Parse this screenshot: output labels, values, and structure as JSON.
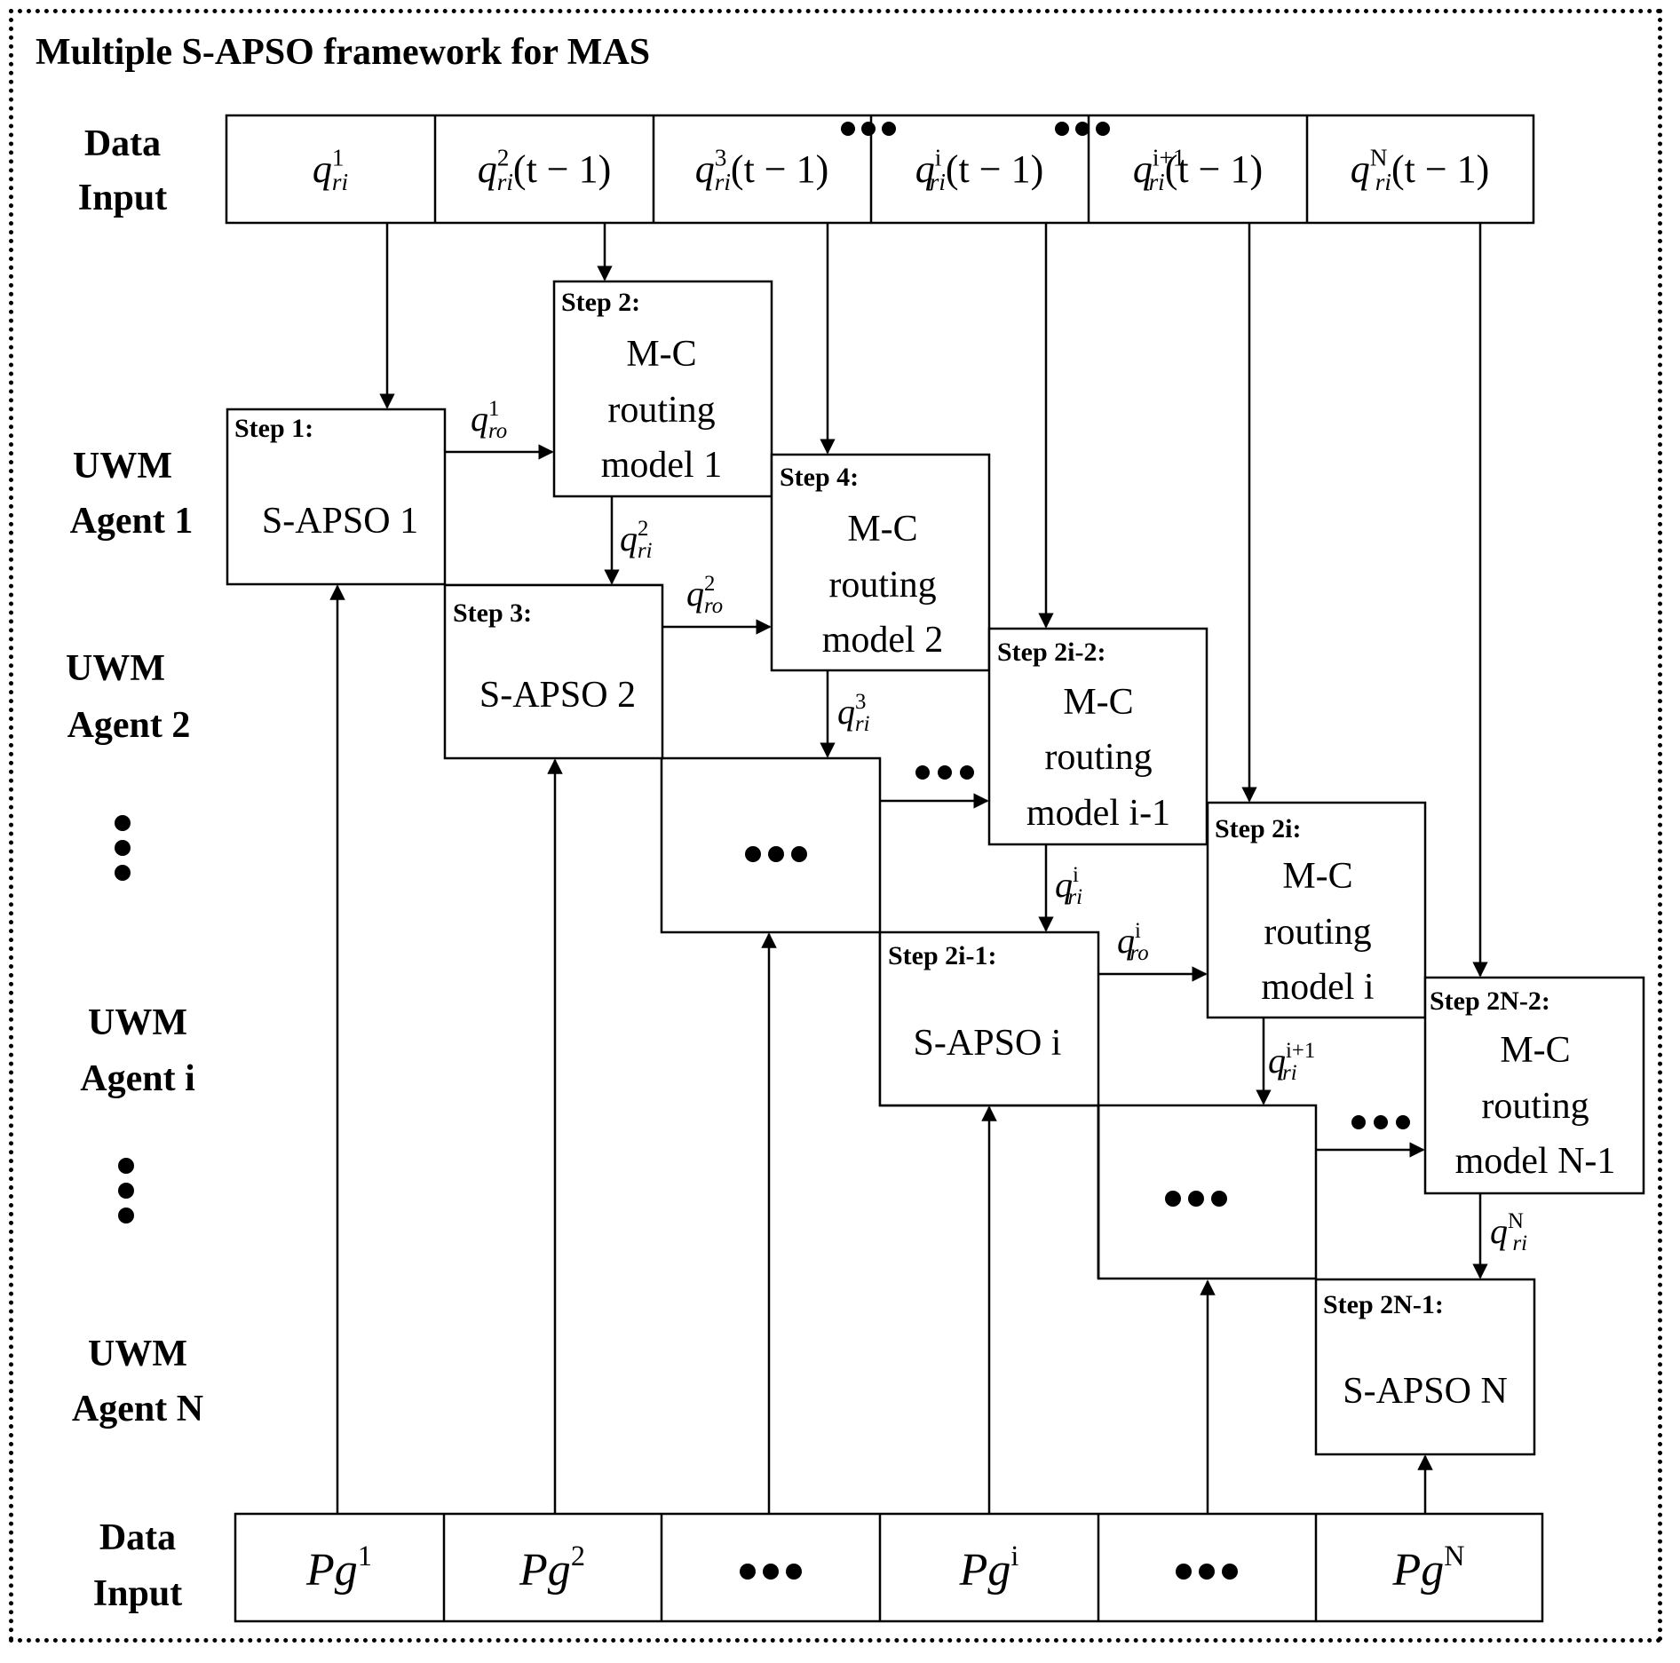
{
  "title": "Multiple S-APSO framework for MAS",
  "row_labels": {
    "data_input_top": [
      "Data",
      "Input"
    ],
    "agent1": [
      "UWM",
      "Agent 1"
    ],
    "agent2": [
      "UWM",
      "Agent 2"
    ],
    "agenti": [
      "UWM",
      "Agent i"
    ],
    "agentN": [
      "UWM",
      "Agent N"
    ],
    "data_input_bottom": [
      "Data",
      "Input"
    ]
  },
  "top_inputs": [
    {
      "base": "q",
      "sup": "1",
      "sub": "ri",
      "suffix": ""
    },
    {
      "base": "q",
      "sup": "2",
      "sub": "ri",
      "suffix": "(t − 1)"
    },
    {
      "base": "q",
      "sup": "3",
      "sub": "ri",
      "suffix": "(t − 1)"
    },
    {
      "base": "q",
      "sup": "i",
      "sub": "ri",
      "suffix": "(t − 1)"
    },
    {
      "base": "q",
      "sup": "i+1",
      "sub": "ri",
      "suffix": "(t − 1)"
    },
    {
      "base": "q",
      "sup": "N",
      "sub": "ri",
      "suffix": "(t − 1)"
    }
  ],
  "bottom_inputs": [
    {
      "base": "Pg",
      "sup": "1"
    },
    {
      "base": "Pg",
      "sup": "2"
    },
    {
      "base": "",
      "sup": "",
      "ellipsis": true
    },
    {
      "base": "Pg",
      "sup": "i"
    },
    {
      "base": "",
      "sup": "",
      "ellipsis": true
    },
    {
      "base": "Pg",
      "sup": "N"
    }
  ],
  "steps": {
    "step1": {
      "label": "Step 1:",
      "lines": [
        "S-APSO 1"
      ]
    },
    "step2": {
      "label": "Step 2:",
      "lines": [
        "M-C",
        "routing",
        "model 1"
      ]
    },
    "step3": {
      "label": "Step 3:",
      "lines": [
        "S-APSO 2"
      ]
    },
    "step4": {
      "label": "Step 4:",
      "lines": [
        "M-C",
        "routing",
        "model 2"
      ]
    },
    "step2i2": {
      "label": "Step 2i-2:",
      "lines": [
        "M-C",
        "routing",
        "model i-1"
      ]
    },
    "step2i": {
      "label": "Step 2i:",
      "lines": [
        "M-C",
        "routing",
        "model i"
      ]
    },
    "step2i1": {
      "label": "Step 2i-1:",
      "lines": [
        "S-APSO i"
      ]
    },
    "step2N2": {
      "label": "Step 2N-2:",
      "lines": [
        "M-C",
        "routing",
        "model N-1"
      ]
    },
    "step2N1": {
      "label": "Step 2N-1:",
      "lines": [
        "S-APSO N"
      ]
    }
  },
  "flow_labels": {
    "qro1": {
      "base": "q",
      "sup": "1",
      "sub": "ro"
    },
    "qri2": {
      "base": "q",
      "sup": "2",
      "sub": "ri"
    },
    "qro2": {
      "base": "q",
      "sup": "2",
      "sub": "ro"
    },
    "qri3": {
      "base": "q",
      "sup": "3",
      "sub": "ri"
    },
    "qrii": {
      "base": "q",
      "sup": "i",
      "sub": "ri"
    },
    "qroi": {
      "base": "q",
      "sup": "i",
      "sub": "ro"
    },
    "qrii1": {
      "base": "q",
      "sup": "i+1",
      "sub": "ri"
    },
    "qriN": {
      "base": "q",
      "sup": "N",
      "sub": "ri"
    }
  }
}
